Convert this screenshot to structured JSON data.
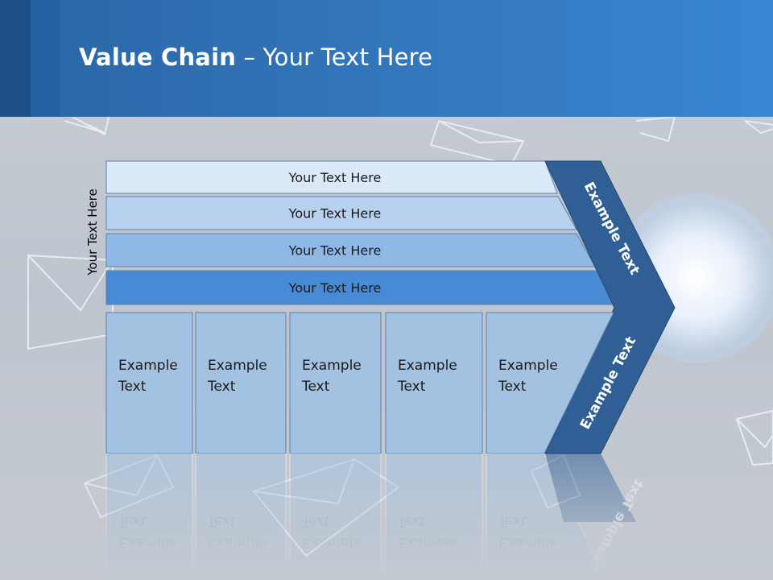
{
  "slide": {
    "title_bold": "Value Chain",
    "title_rest": " – Your Text Here",
    "side_label": "Your Text Here"
  },
  "bars": [
    {
      "label": "Your Text Here",
      "color": "#dbe8f8"
    },
    {
      "label": "Your Text Here",
      "color": "#b7d1ef"
    },
    {
      "label": "Your Text Here",
      "color": "#8fb8e6"
    },
    {
      "label": "Your Text Here",
      "color": "#478ad6"
    }
  ],
  "cells": [
    {
      "line1": "Example",
      "line2": "Text"
    },
    {
      "line1": "Example",
      "line2": "Text"
    },
    {
      "line1": "Example",
      "line2": "Text"
    },
    {
      "line1": "Example",
      "line2": "Text"
    },
    {
      "line1": "Example",
      "line2": "Text"
    }
  ],
  "chevron": {
    "upper_text": "Example Text",
    "lower_text": "Example Text",
    "color": "#2f5f95"
  },
  "colors": {
    "header": "#3479c0",
    "cell_fill": "#a3c1e0",
    "outline": "#5b80a8"
  }
}
